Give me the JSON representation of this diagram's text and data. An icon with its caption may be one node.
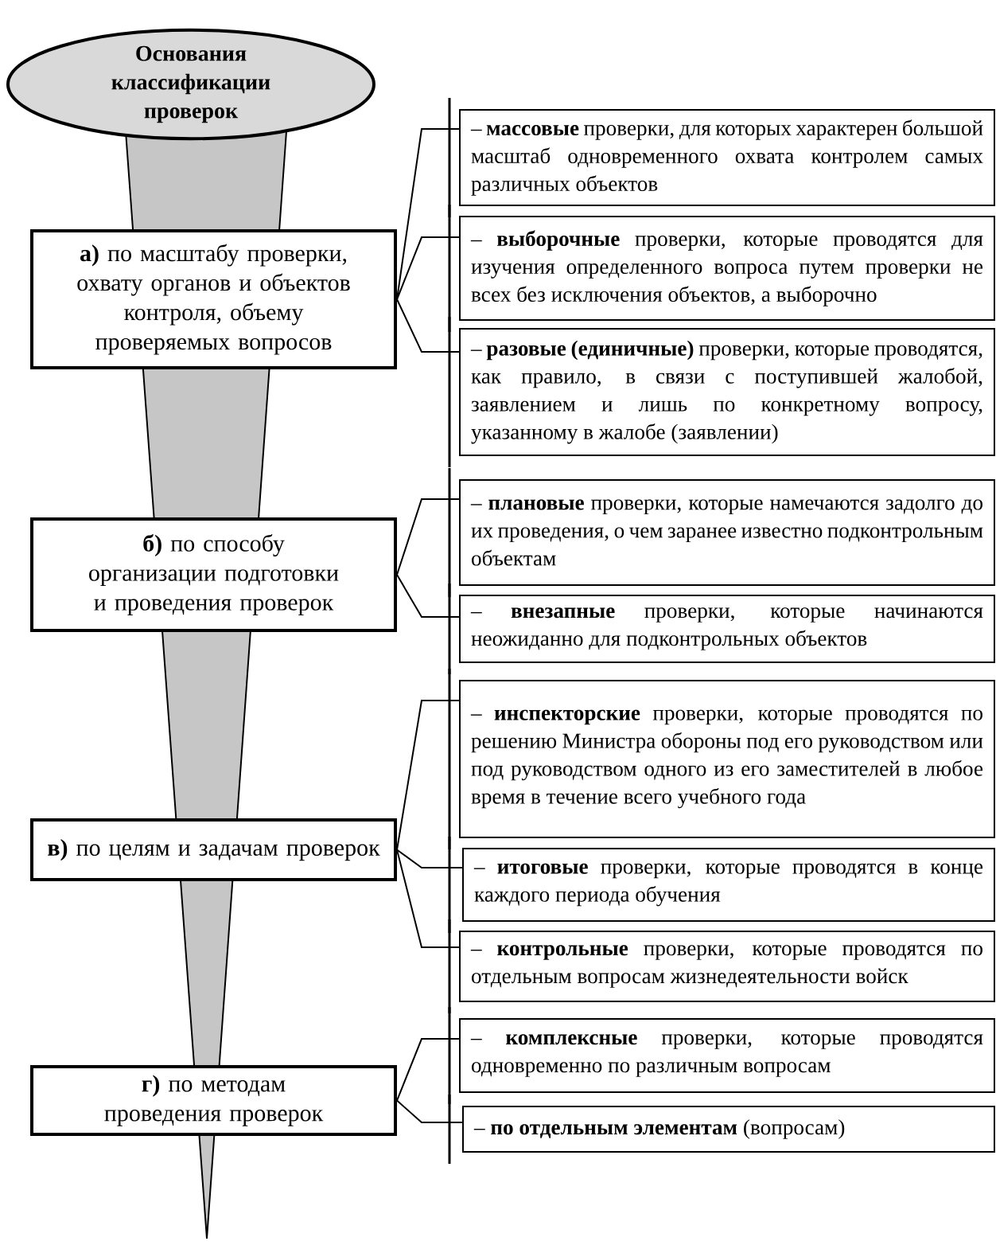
{
  "diagram": {
    "nodes": [
      {
        "text": [
          "Основания классификации проверок"
        ]
      },
      {
        "text": [
          "**а)** по масштабу проверки, охвату органов и объектов контроля, объему проверяемых вопросов"
        ]
      },
      {
        "text": [
          "– **массовые** проверки, для которых характерен большой масштаб одновременного охвата контролем самых различных объектов"
        ]
      },
      {
        "text": [
          "– **выборочные** проверки, которые проводятся для изучения определенного вопроса путем проверки не всех без исключения объектов, а выборочно"
        ]
      },
      {
        "text": [
          "– **разовые (единичные)** проверки, которые проводятся, как правило, в связи с поступившей жалобой, заявлением и лишь по конкретному вопросу, указанному в жалобе (заявлении)"
        ]
      },
      {
        "text": [
          "**б)** по способу организации подготовки и проведения проверок"
        ]
      },
      {
        "text": [
          "– **плановые** проверки, которые намечаются задолго до их проведения, о чем заранее известно подконтрольным объектам"
        ]
      },
      {
        "text": [
          "– **внезапные** проверки, которые начинаются неожиданно для подконтрольных объектов"
        ]
      },
      {
        "text": [
          "**в)** по целям и задачам проверок"
        ]
      },
      {
        "text": [
          "– **инспекторские** проверки, которые проводятся по решению Министра обороны под его руководством или под руководством одного из его заместителей в любое время в течение всего учебного года"
        ]
      },
      {
        "text": [
          "– **итоговые** проверки, которые проводятся в конце каждого периода обучения"
        ]
      },
      {
        "text": [
          "– **контрольные** проверки, которые проводятся по отдельным вопросам жизнедеятельности войск"
        ]
      },
      {
        "text": [
          "**г)** по методам проведения проверок"
        ]
      },
      {
        "text": [
          "– **комплексные** проверки, которые проводятся одновременно по различным вопросам"
        ]
      },
      {
        "text": [
          "– **по отдельным элементам** (вопросам)"
        ]
      }
    ],
    "edges": [
      {
        "from": 1,
        "to": 2,
        "arrow": "none"
      },
      {
        "from": 1,
        "to": 3,
        "arrow": "none"
      },
      {
        "from": 1,
        "to": 4,
        "arrow": "none"
      },
      {
        "from": 5,
        "to": 6,
        "arrow": "none"
      },
      {
        "from": 5,
        "to": 7,
        "arrow": "none"
      },
      {
        "from": 8,
        "to": 9,
        "arrow": "none"
      },
      {
        "from": 8,
        "to": 10,
        "arrow": "none"
      },
      {
        "from": 8,
        "to": 11,
        "arrow": "none"
      },
      {
        "from": 12,
        "to": 13,
        "arrow": "none"
      },
      {
        "from": 12,
        "to": 14,
        "arrow": "none"
      }
    ]
  }
}
